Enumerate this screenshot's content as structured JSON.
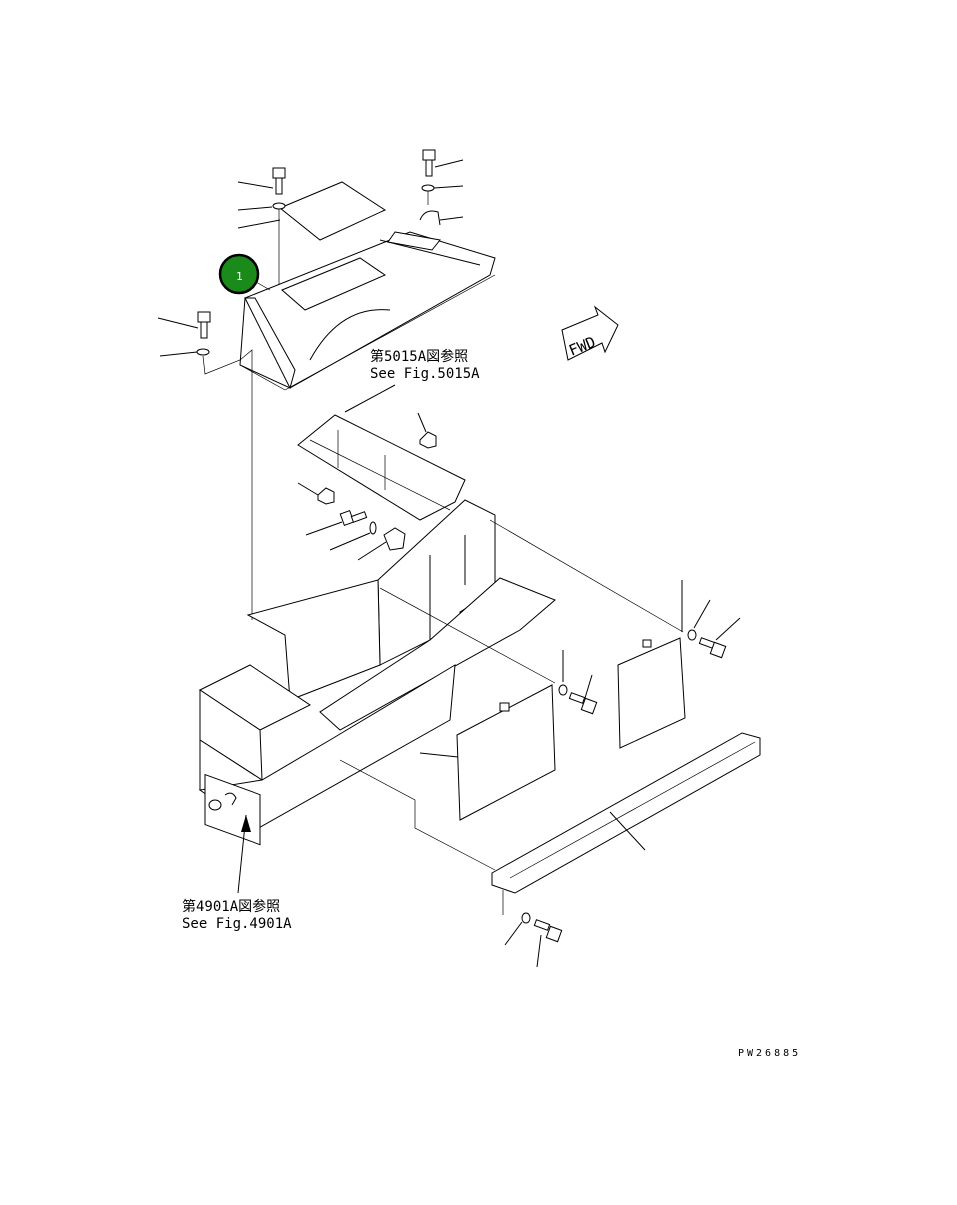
{
  "callouts": [
    {
      "number": "1",
      "color": "#1a8a1a"
    }
  ],
  "references": {
    "fig5015": {
      "jp": "第5015A図参照",
      "en": "See Fig.5015A"
    },
    "fig4901": {
      "jp": "第4901A図参照",
      "en": "See Fig.4901A"
    }
  },
  "fwd_label": "FWD",
  "drawing_number": "PW26885"
}
